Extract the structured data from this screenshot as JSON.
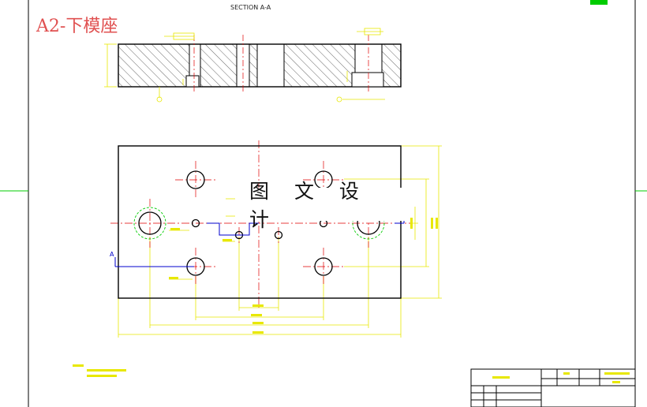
{
  "drawing": {
    "title": "A2-下模座",
    "section_label": "SECTION A-A",
    "watermark_text": "图 文 设 计",
    "view_marker": "A",
    "colors": {
      "title": "#e05050",
      "outline": "#000000",
      "dimension": "#e8e800",
      "center": "#e00000",
      "hidden": "#0000cc",
      "hatch": "#333333",
      "accent_green": "#00cc00"
    }
  }
}
